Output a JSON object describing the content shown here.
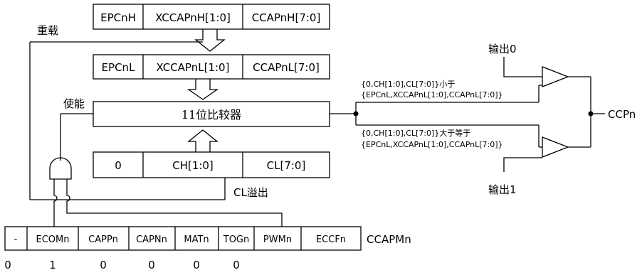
{
  "reg_high": {
    "epc": "EPCnH",
    "xccap": "XCCAPnH[1:0]",
    "ccap": "CCAPnH[7:0]"
  },
  "reg_low": {
    "epc": "EPCnL",
    "xccap": "XCCAPnL[1:0]",
    "ccap": "CCAPnL[7:0]"
  },
  "reload_label": "重载",
  "enable_label": "使能",
  "comparator_label": "11位比较器",
  "counter": {
    "zero": "0",
    "ch": "CH[1:0]",
    "cl": "CL[7:0]"
  },
  "overflow_label": "CL溢出",
  "cond_lt": {
    "line1": "{0,CH[1:0],CL[7:0]}小于",
    "line2": "{EPCnL,XCCAPnL[1:0],CCAPnL[7:0]}"
  },
  "cond_ge": {
    "line1": "{0,CH[1:0],CL[7:0]}大于等于",
    "line2": "{EPCnL,XCCAPnL[1:0],CCAPnL[7:0]}"
  },
  "output0_label": "输出0",
  "output1_label": "输出1",
  "ccpn_label": "CCPn",
  "ccapm": {
    "name": "CCAPMn",
    "bits": [
      "-",
      "ECOMn",
      "CAPPn",
      "CAPNn",
      "MATn",
      "TOGn",
      "PWMn",
      "ECCFn"
    ],
    "values": [
      "0",
      "1",
      "0",
      "0",
      "0",
      "0"
    ]
  }
}
